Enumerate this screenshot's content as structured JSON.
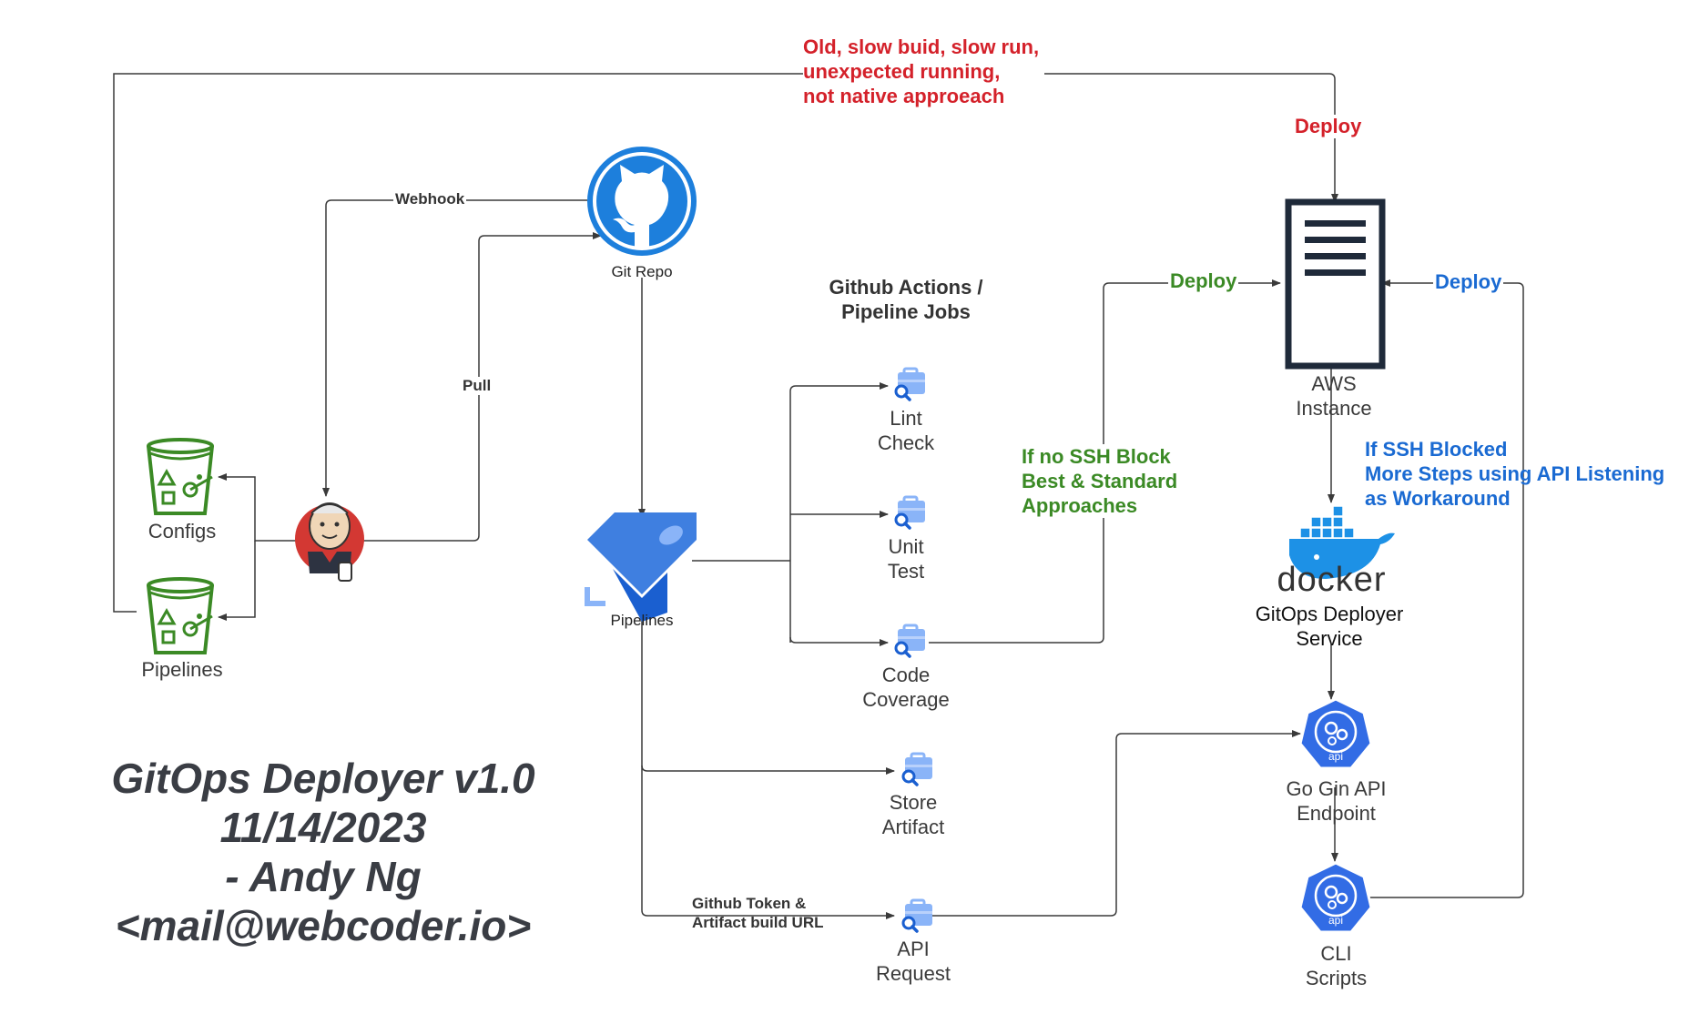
{
  "title": {
    "line1": "GitOps Deployer v1.0",
    "line2": "11/14/2023",
    "line3": "- Andy Ng",
    "line4": "<mail@webcoder.io>"
  },
  "section": {
    "jobs_title_1": "Github Actions /",
    "jobs_title_2": "Pipeline Jobs"
  },
  "nodes": {
    "git_repo": "Git Repo",
    "pipelines_ado": "Pipelines",
    "configs": "Configs",
    "pipelines_bucket": "Pipelines",
    "lint_1": "Lint",
    "lint_2": "Check",
    "unit_1": "Unit",
    "unit_2": "Test",
    "coverage_1": "Code",
    "coverage_2": "Coverage",
    "store_1": "Store",
    "store_2": "Artifact",
    "api_req_1": "API",
    "api_req_2": "Request",
    "aws_1": "AWS",
    "aws_2": "Instance",
    "docker_svc_1": "GitOps Deployer",
    "docker_svc_2": "Service",
    "gin_1": "Go Gin API",
    "gin_2": "Endpoint",
    "cli_1": "CLI",
    "cli_2": "Scripts",
    "docker_word": "docker",
    "api_badge": "api"
  },
  "edges": {
    "webhook": "Webhook",
    "pull": "Pull",
    "deploy_red": "Deploy",
    "deploy_green": "Deploy",
    "deploy_blue": "Deploy",
    "token_1": "Github Token &",
    "token_2": "Artifact build URL"
  },
  "notes": {
    "red_1": "Old, slow buid, slow run,",
    "red_2": "unexpected running,",
    "red_3": "not native approeach",
    "green_1": "If no SSH Block",
    "green_2": "Best & Standard",
    "green_3": "Approaches",
    "blue_1": "If SSH Blocked",
    "blue_2": "More Steps using API Listening",
    "blue_3": "as Workaround"
  },
  "colors": {
    "line": "#3a3a3a",
    "red": "#d4212a",
    "green": "#3b8a25",
    "blue": "#1a6ad2",
    "github_blue": "#1d7fdc",
    "azure_blue": "#3f7fe0",
    "k8s_blue": "#326ce5",
    "bucket_green": "#3b8a25",
    "server_dark": "#1f2a3a",
    "briefcase_blue": "#8ab4f8"
  },
  "icons": [
    "github-icon",
    "azure-pipelines-icon",
    "jenkins-icon",
    "bucket-icon",
    "briefcase-search-icon",
    "server-icon",
    "docker-icon",
    "kubernetes-api-icon"
  ]
}
